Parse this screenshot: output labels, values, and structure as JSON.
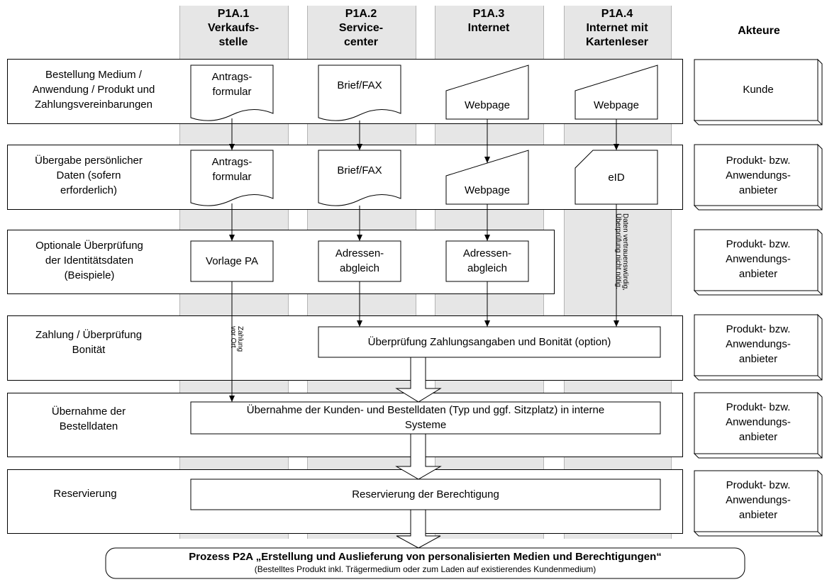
{
  "lanes": [
    {
      "id": "P1A.1",
      "lines": [
        "Verkaufs-",
        "stelle"
      ]
    },
    {
      "id": "P1A.2",
      "lines": [
        "Service-",
        "center"
      ]
    },
    {
      "id": "P1A.3",
      "lines": [
        "Internet"
      ]
    },
    {
      "id": "P1A.4",
      "lines": [
        "Internet mit",
        "Kartenleser"
      ]
    }
  ],
  "actors_header": "Akteure",
  "rows": [
    {
      "label": [
        "Bestellung Medium /",
        "Anwendung / Produkt und",
        "Zahlungsvereinbarungen"
      ],
      "actor": [
        "Kunde"
      ]
    },
    {
      "label": [
        "Übergabe persönlicher",
        "Daten (sofern",
        "erforderlich)"
      ],
      "actor": [
        "Produkt- bzw.",
        "Anwendungs-",
        "anbieter"
      ]
    },
    {
      "label": [
        "Optionale Überprüfung",
        "der Identitätsdaten",
        "(Beispiele)"
      ],
      "actor": [
        "Produkt- bzw.",
        "Anwendungs-",
        "anbieter"
      ]
    },
    {
      "label": [
        "Zahlung / Überprüfung",
        "Bonität"
      ],
      "actor": [
        "Produkt- bzw.",
        "Anwendungs-",
        "anbieter"
      ]
    },
    {
      "label": [
        "Übernahme der",
        "Bestelldaten"
      ],
      "actor": [
        "Produkt- bzw.",
        "Anwendungs-",
        "anbieter"
      ]
    },
    {
      "label": [
        "Reservierung"
      ],
      "actor": [
        "Produkt- bzw.",
        "Anwendungs-",
        "anbieter"
      ]
    }
  ],
  "shapes": {
    "antrag": [
      "Antrags-",
      "formular"
    ],
    "brief": "Brief/FAX",
    "webpage": "Webpage",
    "eid": "eID",
    "vorlage": "Vorlage PA",
    "adressen": [
      "Adressen-",
      "abgleich"
    ],
    "zahlung_box": "Überprüfung Zahlungsangaben und Bonität (option)",
    "uebernahme_box": [
      "Übernahme der Kunden- und Bestelldaten (Typ und ggf. Sitzplatz) in interne",
      "Systeme"
    ],
    "reservierung_box": "Reservierung der Berechtigung"
  },
  "notes": {
    "zahlung_vor_ort": [
      "Zahlung",
      "vor Ort"
    ],
    "daten_vertrauen": [
      "Daten vertrauenswürdig,",
      "Überprüfung nicht nötig."
    ]
  },
  "footer": {
    "title": "Prozess P2A  „Erstellung und Auslieferung von personalisierten Medien und Berechtigungen“",
    "subtitle": "(Bestelltes Produkt inkl. Trägermedium oder zum Laden auf existierendes Kundenmedium)"
  }
}
